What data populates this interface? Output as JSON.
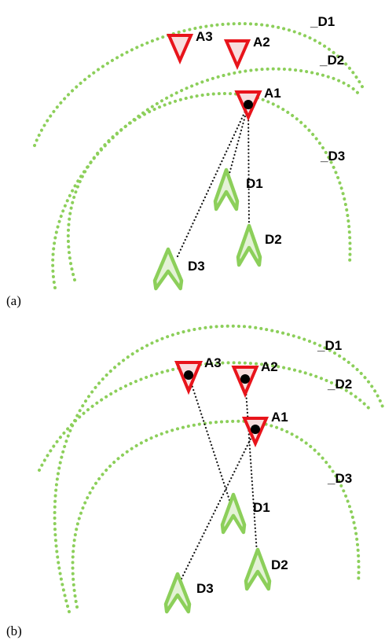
{
  "colors": {
    "range_arc": "#8ccf5a",
    "attacker_stroke": "#e8141b",
    "attacker_fill": "#f8dede",
    "defender_stroke": "#8ccf5a",
    "defender_fill": "#e4f2d6",
    "link": "#111111",
    "dot": "#000000",
    "text": "#000000"
  },
  "icons": {
    "attacker": "red-inverted-triangle-icon",
    "defender": "green-chevron-arrow-icon",
    "locked_target": "black-dot-icon"
  },
  "panels": [
    {
      "caption": "(a)",
      "range_labels": [
        "_D1",
        "_D2",
        "_D3"
      ],
      "attackers": [
        {
          "label": "A3",
          "locked": false
        },
        {
          "label": "A2",
          "locked": false
        },
        {
          "label": "A1",
          "locked": true
        }
      ],
      "defenders": [
        {
          "label": "D1"
        },
        {
          "label": "D2"
        },
        {
          "label": "D3"
        }
      ],
      "assignments": [
        {
          "defender": "D1",
          "attacker": "A1"
        },
        {
          "defender": "D2",
          "attacker": "A1"
        },
        {
          "defender": "D3",
          "attacker": "A1"
        }
      ]
    },
    {
      "caption": "(b)",
      "range_labels": [
        "_D1",
        "_D2",
        "_D3"
      ],
      "attackers": [
        {
          "label": "A3",
          "locked": true
        },
        {
          "label": "A2",
          "locked": true
        },
        {
          "label": "A1",
          "locked": true
        }
      ],
      "defenders": [
        {
          "label": "D1"
        },
        {
          "label": "D2"
        },
        {
          "label": "D3"
        }
      ],
      "assignments": [
        {
          "defender": "D1",
          "attacker": "A3"
        },
        {
          "defender": "D2",
          "attacker": "A2"
        },
        {
          "defender": "D3",
          "attacker": "A1"
        }
      ]
    }
  ]
}
